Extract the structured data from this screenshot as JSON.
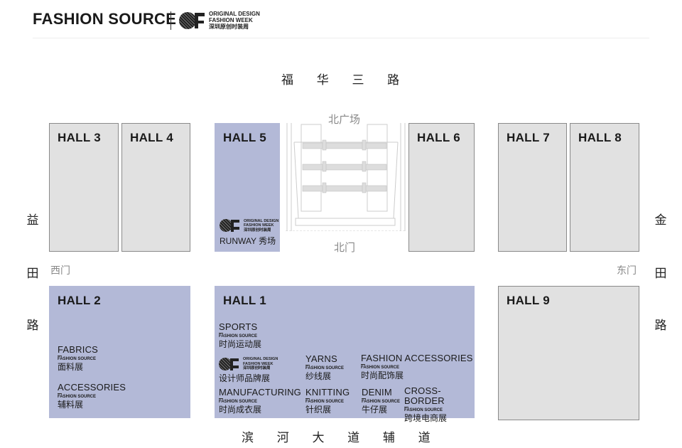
{
  "header": {
    "brand": "FASHION SOURCE",
    "od_logo": {
      "line1": "ORIGINAL DESIGN",
      "line2": "FASHION WEEK",
      "line3": "深圳原创时装周"
    }
  },
  "roads": {
    "north": "福 华 三 路",
    "south": "滨 河 大 道 辅 道",
    "west": [
      "益",
      "田",
      "路"
    ],
    "east": [
      "金",
      "田",
      "路"
    ]
  },
  "gates": {
    "west": "西门",
    "east": "东门",
    "north_plaza": "北广场",
    "north_gate": "北门"
  },
  "halls": {
    "h3": "HALL 3",
    "h4": "HALL 4",
    "h5": "HALL 5",
    "h6": "HALL 6",
    "h7": "HALL 7",
    "h8": "HALL 8",
    "h2": "HALL 2",
    "h1": "HALL 1",
    "h9": "HALL 9"
  },
  "hall5": {
    "runway": "RUNWAY 秀场"
  },
  "fs_label": "FASHION SOURCE",
  "hall2": [
    {
      "en": "FABRICS",
      "cn": "面料展"
    },
    {
      "en": "ACCESSORIES",
      "cn": "辅料展"
    }
  ],
  "hall1": {
    "sports": {
      "en": "SPORTS",
      "cn": "时尚运动展"
    },
    "designer": {
      "cn": "设计师品牌展"
    },
    "yarns": {
      "en": "YARNS",
      "cn": "纱线展"
    },
    "accessories": {
      "en": "FASHION ACCESSORIES",
      "cn": "时尚配饰展"
    },
    "manufacturing": {
      "en": "MANUFACTURING",
      "cn": "时尚成衣展"
    },
    "knitting": {
      "en": "KNITTING",
      "cn": "针织展"
    },
    "denim": {
      "en": "DENIM",
      "cn": "牛仔展"
    },
    "crossborder": {
      "en": "CROSS-BORDER",
      "cn": "跨境电商展"
    }
  },
  "colors": {
    "hall": "#e1e1e1",
    "highlight": "#b3b9d7"
  }
}
